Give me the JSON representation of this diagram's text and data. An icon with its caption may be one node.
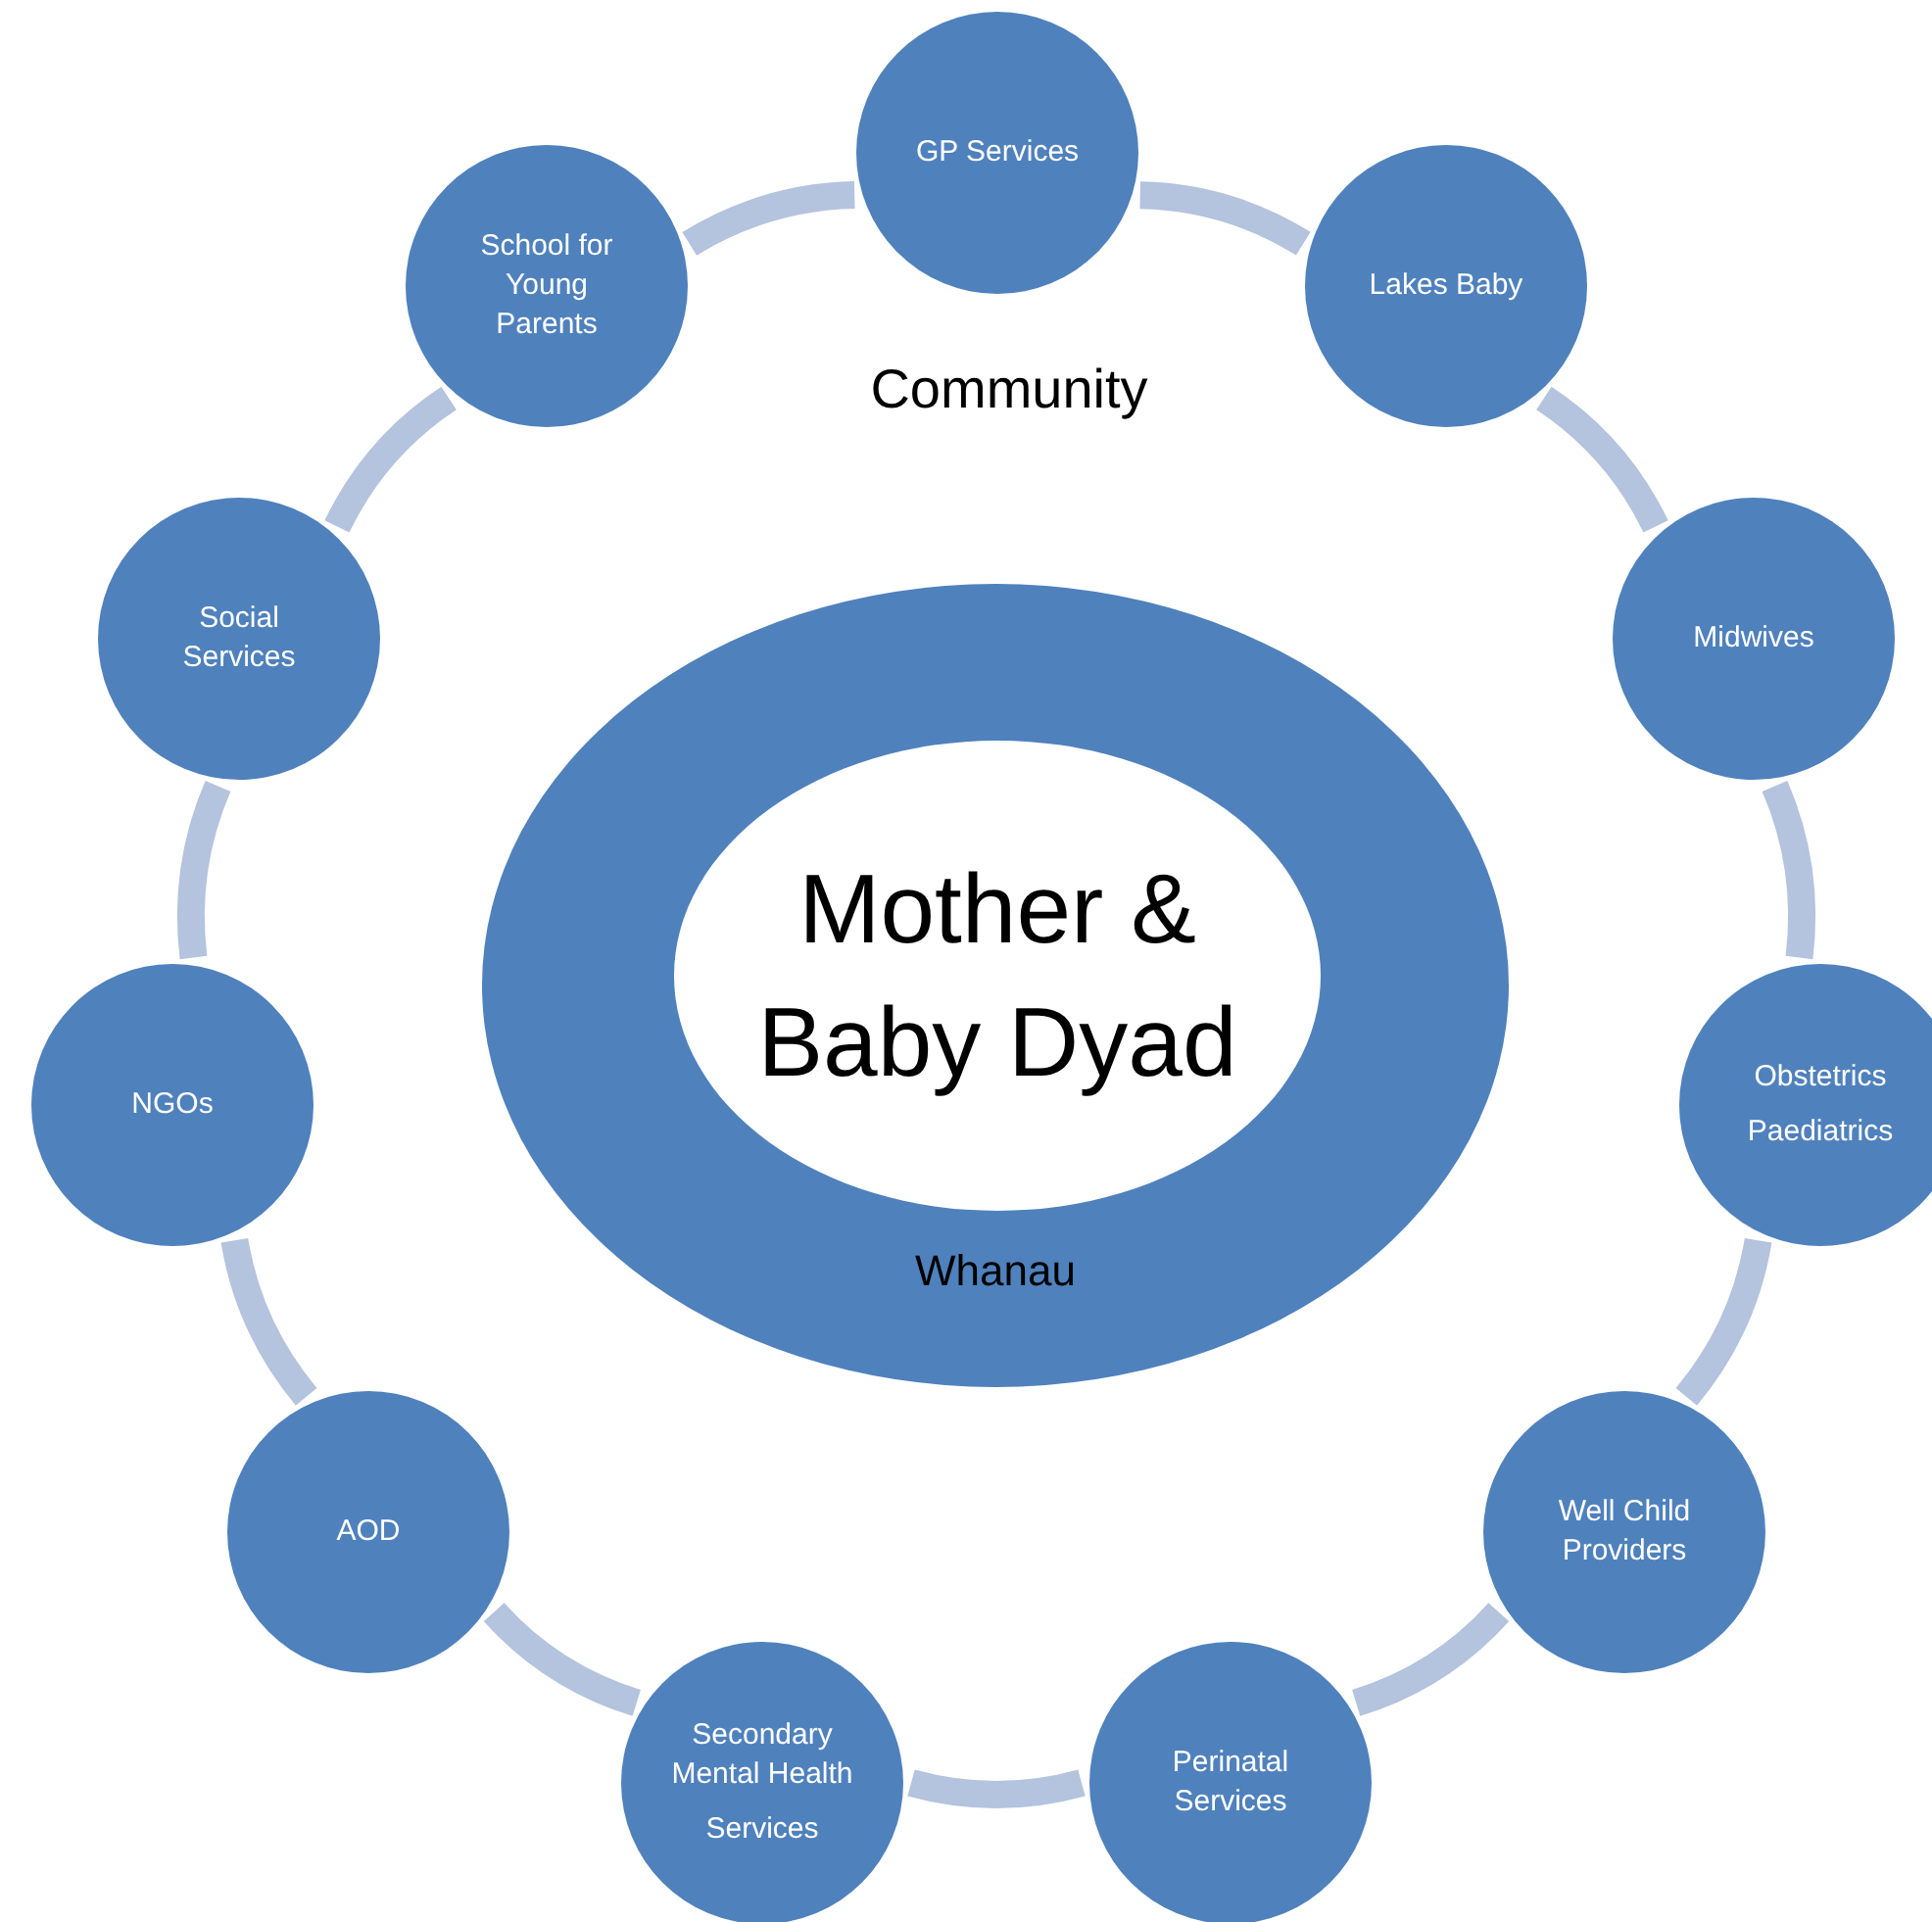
{
  "diagram": {
    "nodes": [
      {
        "text": [
          "GP Services"
        ]
      },
      {
        "text": [
          "Lakes Baby"
        ]
      },
      {
        "text": [
          "Midwives"
        ]
      },
      {
        "text": [
          "Obstetrics",
          "Paediatrics"
        ]
      },
      {
        "text": [
          "Well Child Providers"
        ]
      },
      {
        "text": [
          "Perinatal Services"
        ]
      },
      {
        "text": [
          "Secondary Mental Health",
          "Services"
        ]
      },
      {
        "text": [
          "AOD"
        ]
      },
      {
        "text": [
          "NGOs"
        ]
      },
      {
        "text": [
          "Social Services"
        ]
      },
      {
        "text": [
          "School for Young Parents"
        ]
      },
      {
        "text": [
          "Whanau"
        ]
      },
      {
        "text": [
          "Mother & Baby Dyad"
        ],
        "in": 11
      }
    ],
    "edges": [
      {
        "from": 0,
        "to": 1,
        "arrow": "none"
      },
      {
        "from": 1,
        "to": 2,
        "arrow": "none"
      },
      {
        "from": 2,
        "to": 3,
        "arrow": "none"
      },
      {
        "from": 3,
        "to": 4,
        "arrow": "none"
      },
      {
        "from": 4,
        "to": 5,
        "arrow": "none"
      },
      {
        "from": 5,
        "to": 6,
        "arrow": "none"
      },
      {
        "from": 6,
        "to": 7,
        "arrow": "none"
      },
      {
        "from": 7,
        "to": 8,
        "arrow": "none"
      },
      {
        "from": 8,
        "to": 9,
        "arrow": "none"
      },
      {
        "from": 9,
        "to": 10,
        "arrow": "none"
      },
      {
        "from": 10,
        "to": 0,
        "arrow": "none"
      }
    ],
    "labels": [
      "Community"
    ]
  }
}
